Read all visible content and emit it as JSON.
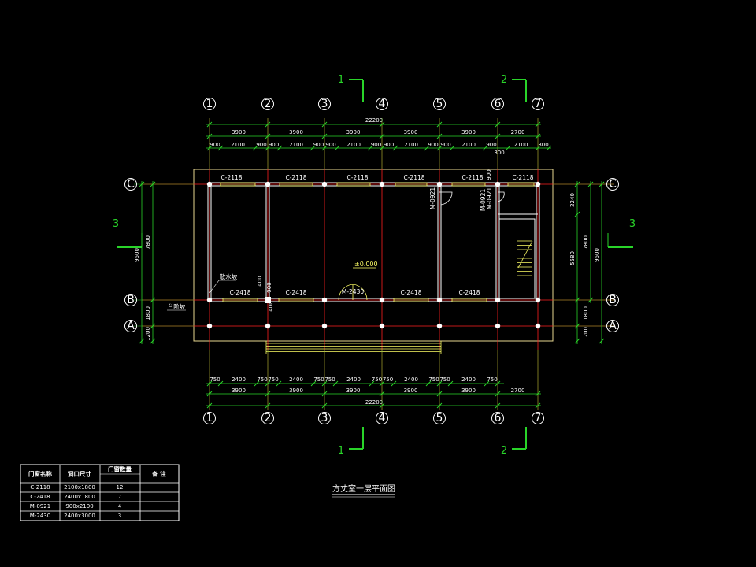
{
  "grid_axes": {
    "numbers": [
      "1",
      "2",
      "3",
      "4",
      "5",
      "6",
      "7"
    ],
    "letters": [
      "C",
      "B",
      "A"
    ]
  },
  "section_marks": {
    "top": [
      "1",
      "2"
    ],
    "bottom": [
      "1",
      "2"
    ],
    "side": [
      "3",
      "3"
    ]
  },
  "dimensions": {
    "top_total": "22200",
    "top_bays": [
      "3900",
      "3900",
      "3900",
      "3900",
      "3900",
      "2700"
    ],
    "top_detail": [
      "900",
      "2100",
      "900",
      "900",
      "2100",
      "900",
      "900",
      "2100",
      "900",
      "900",
      "2100",
      "900",
      "900",
      "2100",
      "900",
      "2100",
      "300"
    ],
    "top_small": "300",
    "bottom_detail": [
      "750",
      "2400",
      "750",
      "750",
      "2400",
      "750",
      "750",
      "2400",
      "750",
      "750",
      "2400",
      "750",
      "750",
      "2400",
      "750"
    ],
    "bottom_bays": [
      "3900",
      "3900",
      "3900",
      "3900",
      "3900",
      "2700"
    ],
    "bottom_total": "22200",
    "left_outer": "9600",
    "left_inner": [
      "7800",
      "1800",
      "1200"
    ],
    "right_inner": [
      "2240",
      "5580",
      "1800",
      "1200"
    ],
    "right_mid": "7800",
    "right_outer": "9600",
    "small_vertical": [
      "400",
      "900",
      "900",
      "400"
    ]
  },
  "labels": {
    "window_top": [
      "C-2118",
      "C-2118",
      "C-2118",
      "C-2118",
      "C-2118",
      "C-2118"
    ],
    "window_bottom": [
      "C-2418",
      "C-2418",
      "C-2418",
      "C-2418"
    ],
    "door_main": "M-2430",
    "door_side": [
      "M-0921",
      "M-0921",
      "M-0921"
    ],
    "elevation": "±0.000",
    "small_tag1": "散水坡",
    "small_tag2": "台阶坡"
  },
  "drawing_title": "方丈室一层平面图",
  "schedule": {
    "headers": [
      "门窗名称",
      "洞口尺寸",
      "门窗数量",
      "备   注"
    ],
    "rows": [
      [
        "C-2118",
        "2100x1800",
        "12",
        ""
      ],
      [
        "C-2418",
        "2400x1800",
        "7",
        ""
      ],
      [
        "M-0921",
        "900x2100",
        "4",
        ""
      ],
      [
        "M-2430",
        "2400x3000",
        "3",
        ""
      ]
    ]
  },
  "colors": {
    "background": "#000000",
    "axis": "#ff2020",
    "dimension": "#29d429",
    "wall": "#ffffff",
    "window": "#ffff66",
    "outline": "#e8d890",
    "stair": "#ffff66"
  }
}
